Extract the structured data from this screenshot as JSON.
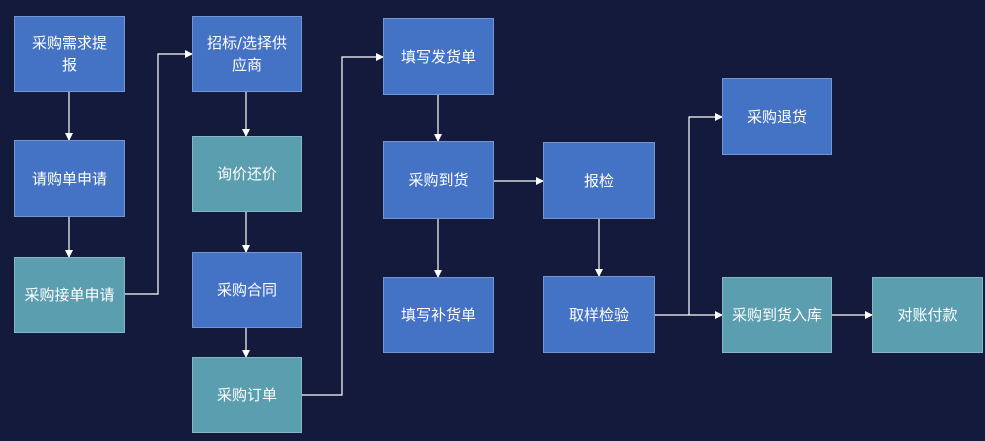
{
  "diagram": {
    "colors": {
      "background": "#141a3c",
      "blue": "#4472c4",
      "teal": "#5b9eb0",
      "line": "#ffffff"
    },
    "nodes": {
      "n1": "采购需求提报",
      "n2": "请购单申请",
      "n3": "采购接单申请",
      "n4": "招标/选择供应商",
      "n5": "询价还价",
      "n6": "采购合同",
      "n7": "采购订单",
      "n8": "填写发货单",
      "n9": "采购到货",
      "n10": "填写补货单",
      "n11": "报检",
      "n12": "取样检验",
      "n13": "采购退货",
      "n14": "采购到货入库",
      "n15": "对账付款"
    }
  }
}
